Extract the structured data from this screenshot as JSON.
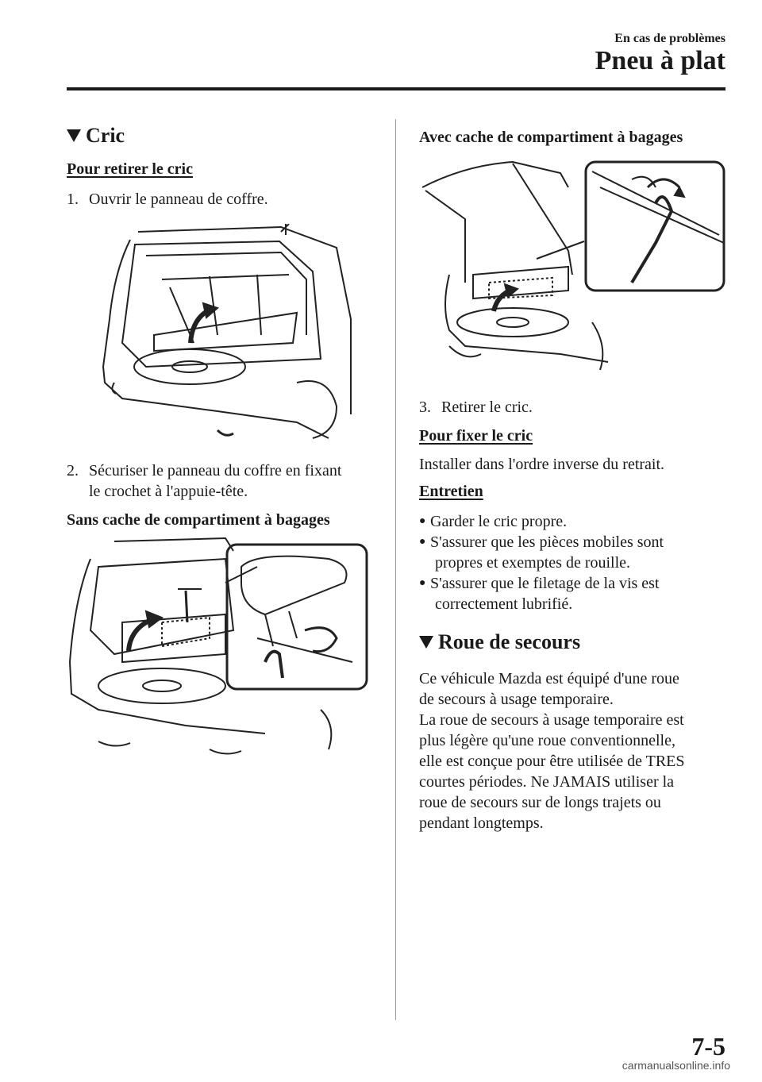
{
  "header": {
    "section": "En cas de problèmes",
    "title": "Pneu à plat"
  },
  "left_column": {
    "heading": "Cric",
    "remove_title": "Pour retirer le cric",
    "step1_num": "1.",
    "step1": "Ouvrir le panneau de coffre.",
    "step2_num": "2.",
    "step2_line1": "Sécuriser le panneau du coffre en fixant",
    "step2_line2": "le crochet à l'appuie-tête.",
    "without_cover": "Sans cache de compartiment à bagages"
  },
  "right_column": {
    "with_cover": "Avec cache de compartiment à bagages",
    "step3_num": "3.",
    "step3": "Retirer le cric.",
    "install_title": "Pour fixer le cric",
    "install_text": "Installer dans l'ordre inverse du retrait.",
    "maintenance_title": "Entretien",
    "maintenance_items": [
      [
        "Garder le cric propre."
      ],
      [
        "S'assurer que les pièces mobiles sont",
        "propres et exemptes de rouille."
      ],
      [
        "S'assurer que le filetage de la vis est",
        "correctement lubrifié."
      ]
    ],
    "spare_heading": "Roue de secours",
    "spare_lines": [
      "Ce véhicule Mazda est équipé d'une roue",
      "de secours à usage temporaire.",
      "La roue de secours à usage temporaire est",
      "plus légère qu'une roue conventionnelle,",
      "elle est conçue pour être utilisée de TRES",
      "courtes périodes. Ne JAMAIS utiliser la",
      "roue de secours sur de longs trajets ou",
      "pendant longtemps."
    ]
  },
  "footer": {
    "page_number": "7-5",
    "watermark": "carmanualsonline.info"
  }
}
